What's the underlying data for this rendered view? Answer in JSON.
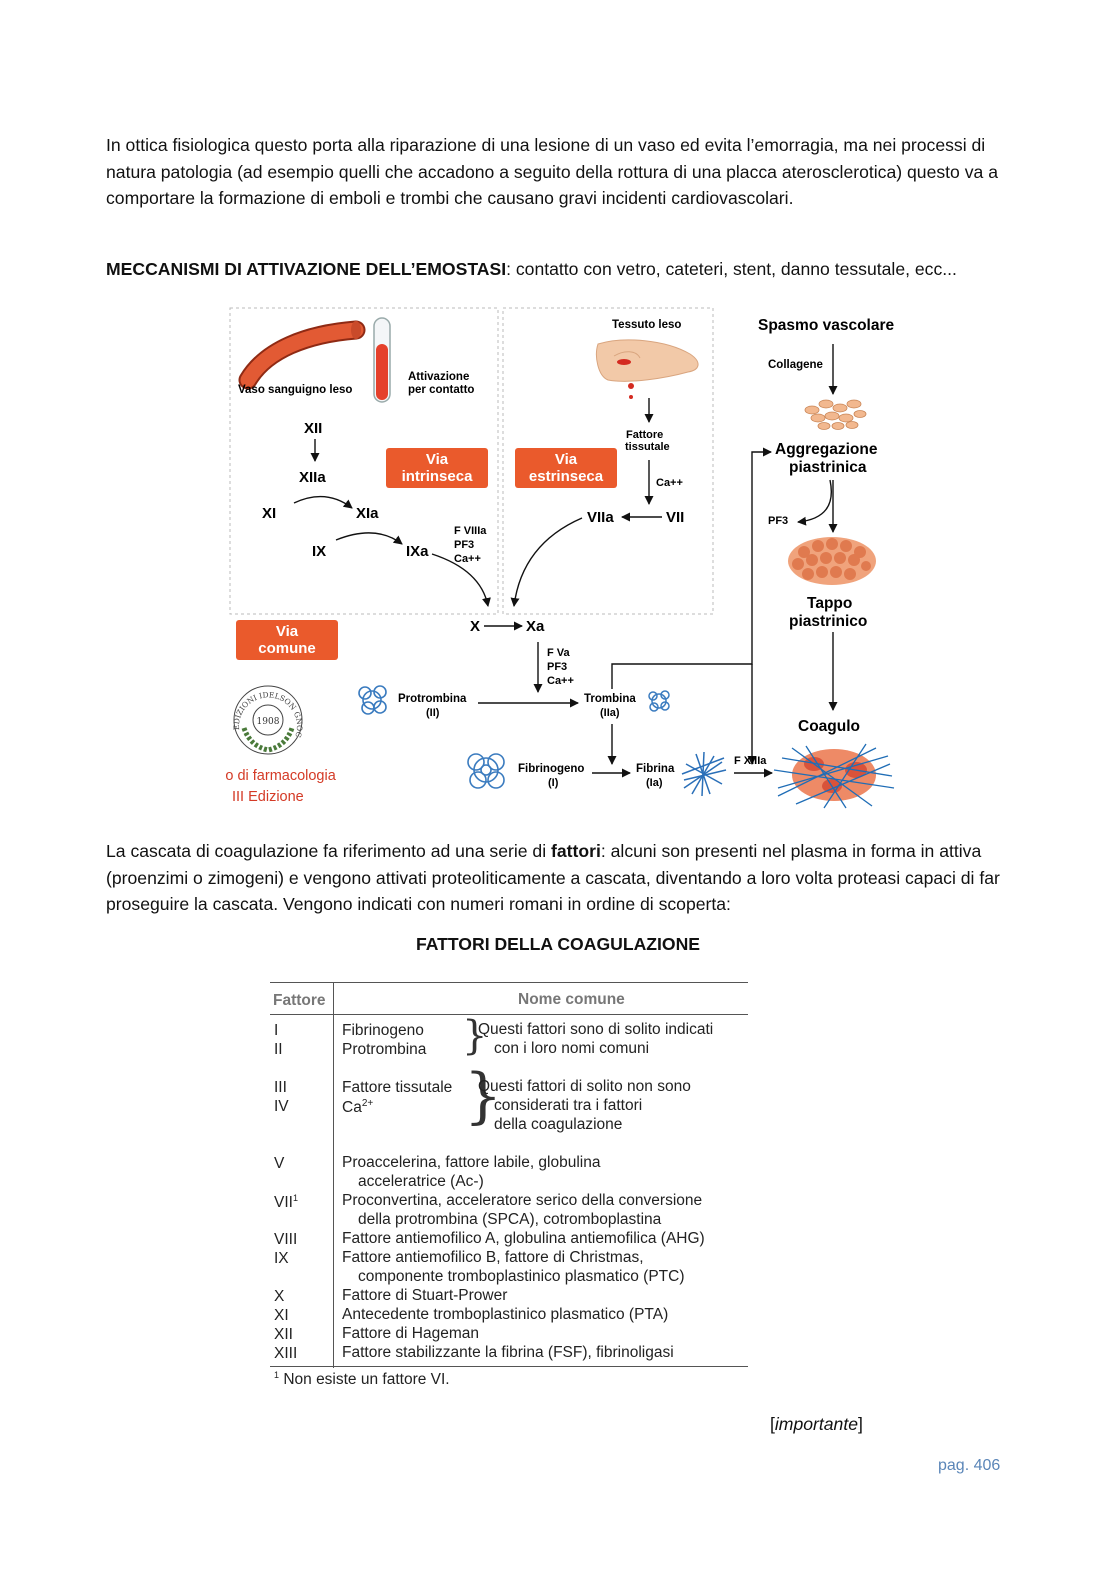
{
  "paragraph_1": "In ottica fisiologica questo porta alla riparazione di una lesione di un vaso ed evita l’emorragia, ma nei processi di natura patologia (ad esempio quelli che accadono a seguito della rottura di una placca aterosclerotica) questo va a comportare la formazione di emboli e trombi che causano gravi incidenti cardiovascolari.",
  "paragraph_2": {
    "bold": "MECCANISMI DI ATTIVAZIONE DELL’EMOSTASI",
    "text": ": contatto con vetro, cateteri, stent, danno tessutale, ecc..."
  },
  "diagram": {
    "vessel_label": "Vaso sanguigno leso",
    "contact_label_1": "Attivazione",
    "contact_label_2": "per contatto",
    "intrinsic_1": "Via",
    "intrinsic_2": "intrinseca",
    "extrinsic_1": "Via",
    "extrinsic_2": "estrinseca",
    "common_1": "Via",
    "common_2": "comune",
    "xii": "XII",
    "xiia": "XIIa",
    "xi": "XI",
    "xia": "XIa",
    "ix": "IX",
    "ixa": "IXa",
    "cof_1": "F VIIIa",
    "cof_2": "PF3",
    "cof_3": "Ca++",
    "tissue_injury": "Tessuto leso",
    "tissue_factor_1": "Fattore",
    "tissue_factor_2": "tissutale",
    "ca_ext": "Ca++",
    "viia": "VIIa",
    "vii": "VII",
    "x": "X",
    "xa": "Xa",
    "fva_1": "F Va",
    "fva_2": "PF3",
    "fva_3": "Ca++",
    "prothrombin": "Protrombina",
    "prothrombin_roman": "(II)",
    "thrombin": "Trombina",
    "thrombin_roman": "(IIa)",
    "fibrinogen": "Fibrinogeno",
    "fibrinogen_roman": "(I)",
    "fibrin": "Fibrina",
    "fibrin_roman": "(Ia)",
    "fxiiia": "F XIIIa",
    "spasm": "Spasmo vascolare",
    "collagen": "Collagene",
    "aggregation_1": "Aggregazione",
    "aggregation_2": "piastrinica",
    "pf3": "PF3",
    "plug_1": "Tappo",
    "plug_2": "piastrinico",
    "clot": "Coagulo",
    "publisher_seal": "EDIZIONI IDELSON GNOCCHI 1908",
    "book_title": "Trattato di farmacologia",
    "book_edition": "III Edizione"
  },
  "paragraph_3": {
    "part_1": "La cascata di coagulazione fa riferimento ad una serie di ",
    "bold": "fattori",
    "part_2": ": alcuni son presenti nel plasma in forma in attiva (proenzimi o zimogeni) e vengono attivati proteoliticamente a cascata, diventando a loro volta proteasi capaci di far proseguire la cascata. Vengono indicati con numeri romani in ordine di scoperta:"
  },
  "table_title": "FATTORI DELLA COAGULAZIONE",
  "table": {
    "col_factor": "Fattore",
    "col_name": "Nome comune",
    "group1_note_1": "Questi fattori sono di solito indicati",
    "group1_note_2": "con i loro nomi comuni",
    "group2_note_1": "Questi fattori di solito non sono",
    "group2_note_2": "considerati tra i fattori",
    "group2_note_3": "della coagulazione",
    "rows": [
      {
        "roman": "I",
        "name": "Fibrinogeno"
      },
      {
        "roman": "II",
        "name": "Protrombina"
      },
      {
        "roman": "III",
        "name": "Fattore tissutale"
      },
      {
        "roman": "IV",
        "name": "Ca2+"
      },
      {
        "roman": "V",
        "name": "Proaccelerina, fattore labile, globulina",
        "cont": "acceleratrice (Ac-)"
      },
      {
        "roman": "VII1",
        "name": "Proconvertina, acceleratore serico della conversione",
        "cont": "della protrombina (SPCA), cotromboplastina"
      },
      {
        "roman": "VIII",
        "name": "Fattore antiemofilico A, globulina antiemofilica (AHG)"
      },
      {
        "roman": "IX",
        "name": "Fattore antiemofilico B, fattore di Christmas,",
        "cont": "componente tromboplastinico plasmatico (PTC)"
      },
      {
        "roman": "X",
        "name": "Fattore di Stuart-Prower"
      },
      {
        "roman": "XI",
        "name": "Antecedente tromboplastinico plasmatico (PTA)"
      },
      {
        "roman": "XII",
        "name": "Fattore di Hageman"
      },
      {
        "roman": "XIII",
        "name": "Fattore stabilizzante la fibrina (FSF), fibrinoligasi"
      }
    ],
    "footnote": "1 Non esiste un fattore VI."
  },
  "important_note": "[importante]",
  "page_number": "pag. 406"
}
